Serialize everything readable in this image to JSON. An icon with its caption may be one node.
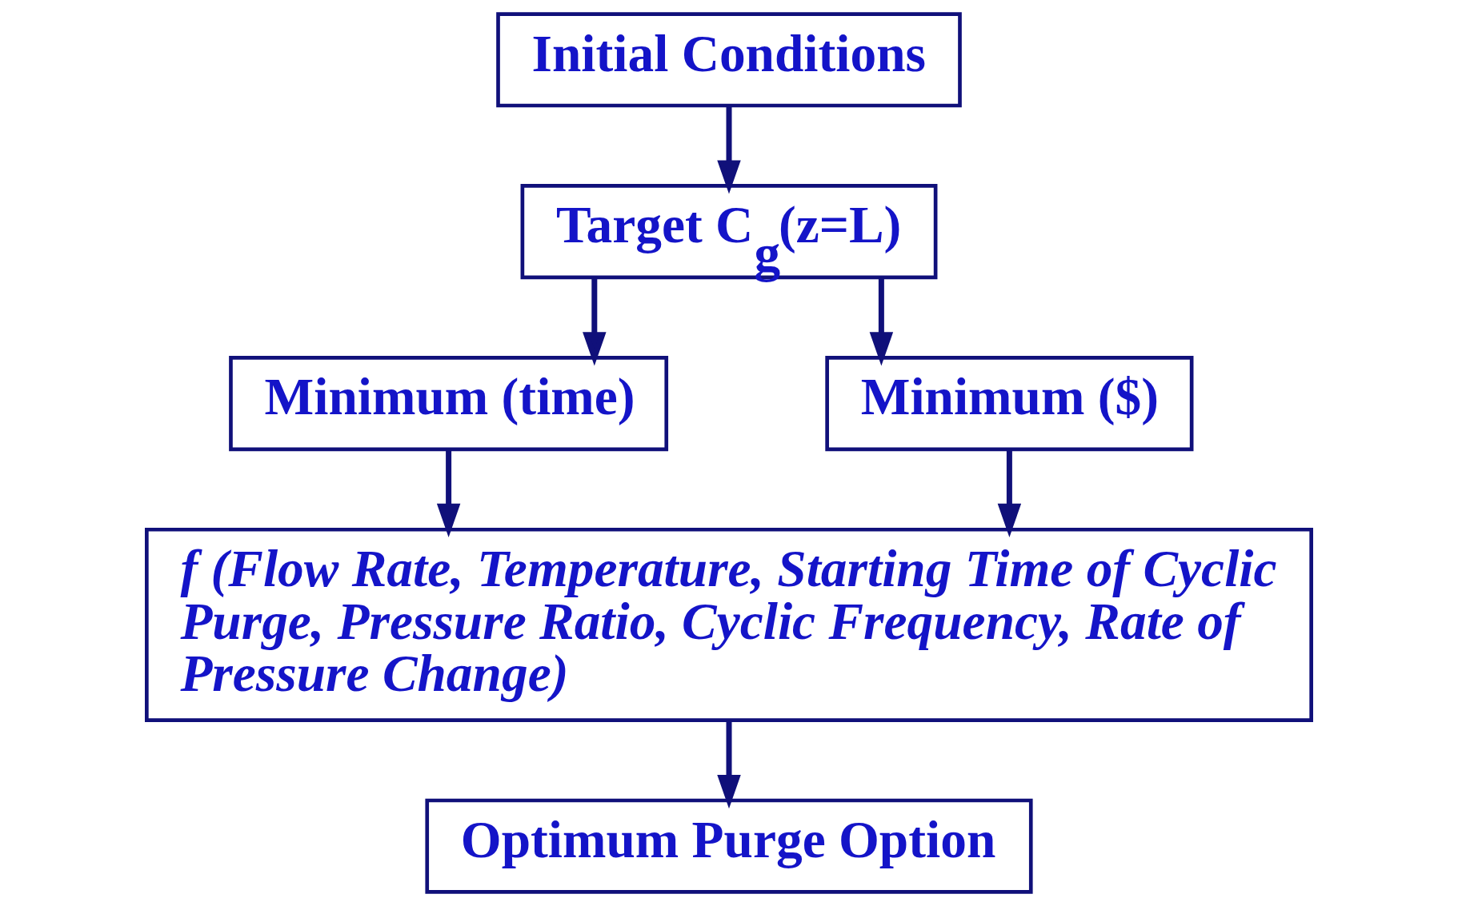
{
  "diagram": {
    "nodes": [
      {
        "text": [
          "Initial Conditions"
        ]
      },
      {
        "text": [
          "Target C$_{g}$(z=L)"
        ]
      },
      {
        "text": [
          "Minimum (time)"
        ]
      },
      {
        "text": [
          "Minimum ($)"
        ]
      },
      {
        "text": [
          "f (Flow Rate, Temperature, Starting Time of Cyclic Purge, Pressure Ratio, Cyclic Frequency, Rate of Pressure Change)"
        ]
      },
      {
        "text": [
          "Optimum Purge Option"
        ]
      }
    ],
    "edges": [
      {
        "from": 0,
        "to": 1,
        "arrow": "to"
      },
      {
        "from": 1,
        "to": 2,
        "arrow": "to"
      },
      {
        "from": 1,
        "to": 3,
        "arrow": "to"
      },
      {
        "from": 2,
        "to": 4,
        "arrow": "to"
      },
      {
        "from": 3,
        "to": 4,
        "arrow": "to"
      },
      {
        "from": 4,
        "to": 5,
        "arrow": "to"
      }
    ]
  }
}
